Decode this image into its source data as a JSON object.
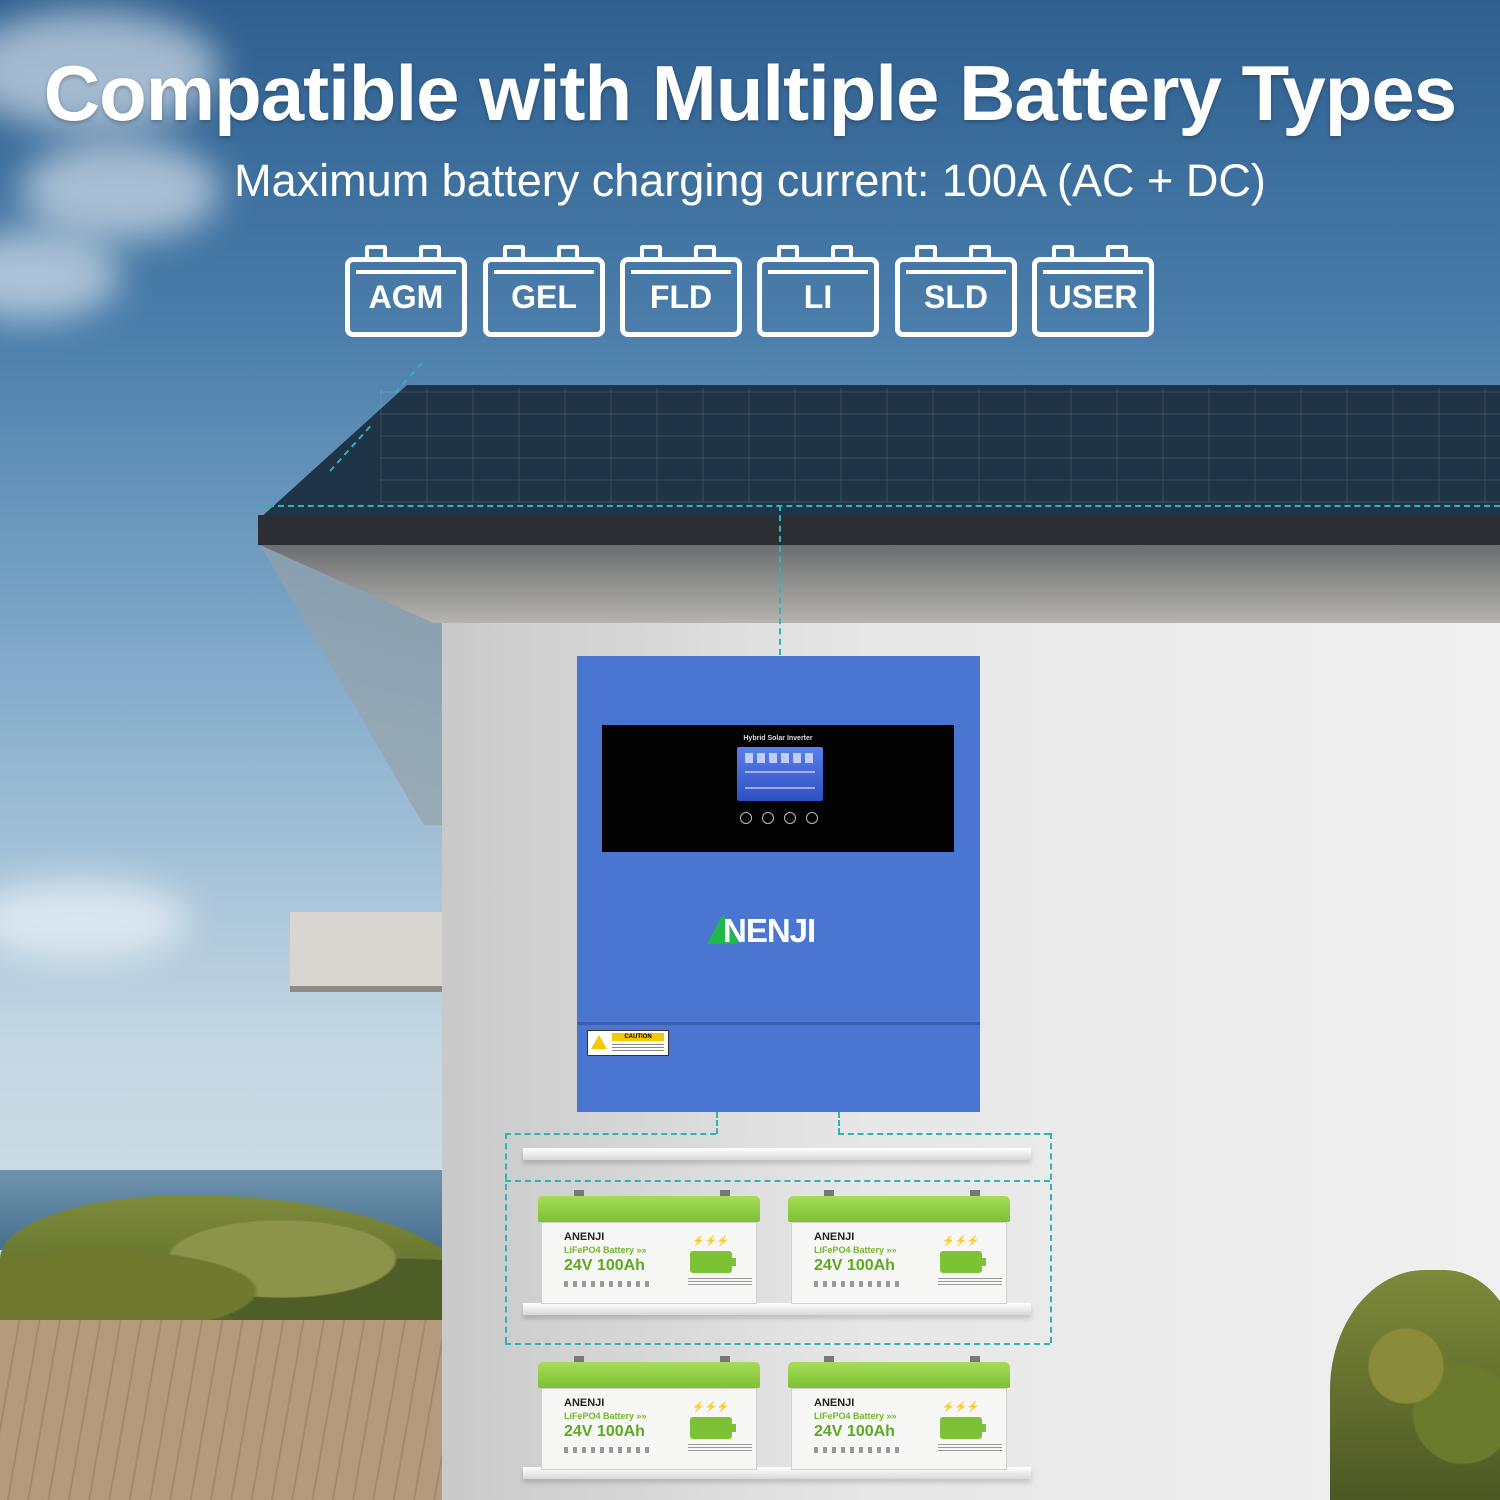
{
  "header": {
    "title": "Compatible with Multiple Battery Types",
    "subtitle": "Maximum battery charging current: 100A (AC + DC)"
  },
  "battery_types": [
    "AGM",
    "GEL",
    "FLD",
    "LI",
    "SLD",
    "USER"
  ],
  "inverter": {
    "display_label": "Hybrid Solar Inverter",
    "brand": "NENJI",
    "caution_label": "CAUTION",
    "color": "#4a76d2"
  },
  "batteries": [
    {
      "brand": "ANENJI",
      "type_label": "LiFePO4 Battery »»",
      "spec": "24V 100Ah"
    },
    {
      "brand": "ANENJI",
      "type_label": "LiFePO4 Battery »»",
      "spec": "24V 100Ah"
    },
    {
      "brand": "ANENJI",
      "type_label": "LiFePO4 Battery »»",
      "spec": "24V 100Ah"
    },
    {
      "brand": "ANENJI",
      "type_label": "LiFePO4 Battery »»",
      "spec": "24V 100Ah"
    }
  ],
  "colors": {
    "wire_dash": "#2fb3b7",
    "battery_accent": "#7cc234",
    "brand_green": "#1fb84a"
  }
}
